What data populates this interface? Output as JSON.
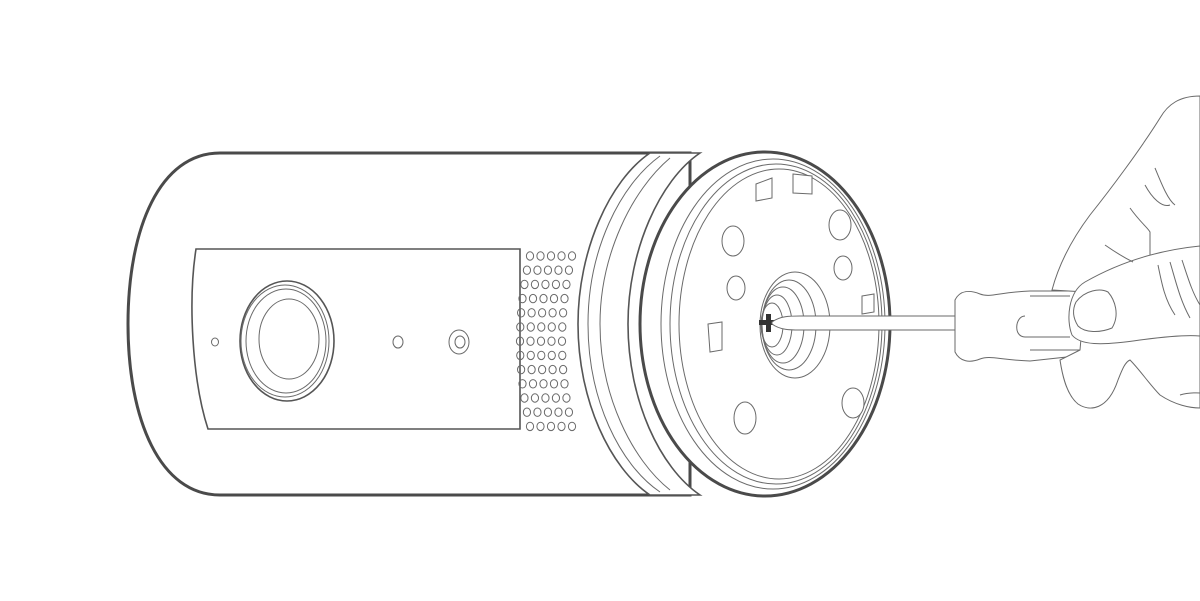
{
  "illustration": {
    "title": "Removing the camera base screw with a Phillips screwdriver",
    "background": "#ffffff",
    "line_color": "#4a4a4a",
    "objects": [
      {
        "name": "camera-body",
        "description": "cylindrical indoor camera lying on its side"
      },
      {
        "name": "camera-lens",
        "description": "main lens on front panel"
      },
      {
        "name": "indicator-led",
        "description": "small status light left of lens"
      },
      {
        "name": "light-sensor",
        "description": "small hole right of lens"
      },
      {
        "name": "ir-sensor",
        "description": "ring sensor right of light sensor"
      },
      {
        "name": "speaker-grille",
        "description": "perforated grille, 13 rows x 5 holes"
      },
      {
        "name": "base-cap",
        "description": "end cap with mounting holes and tabs"
      },
      {
        "name": "center-screw",
        "description": "Phillips screw in the center of the base"
      },
      {
        "name": "screwdriver",
        "description": "Phillips screwdriver with ridged handle"
      },
      {
        "name": "hand",
        "description": "right hand gripping the screwdriver"
      }
    ],
    "grille": {
      "rows": 13,
      "cols": 5
    },
    "base_holes": 6,
    "base_tabs": 4
  }
}
